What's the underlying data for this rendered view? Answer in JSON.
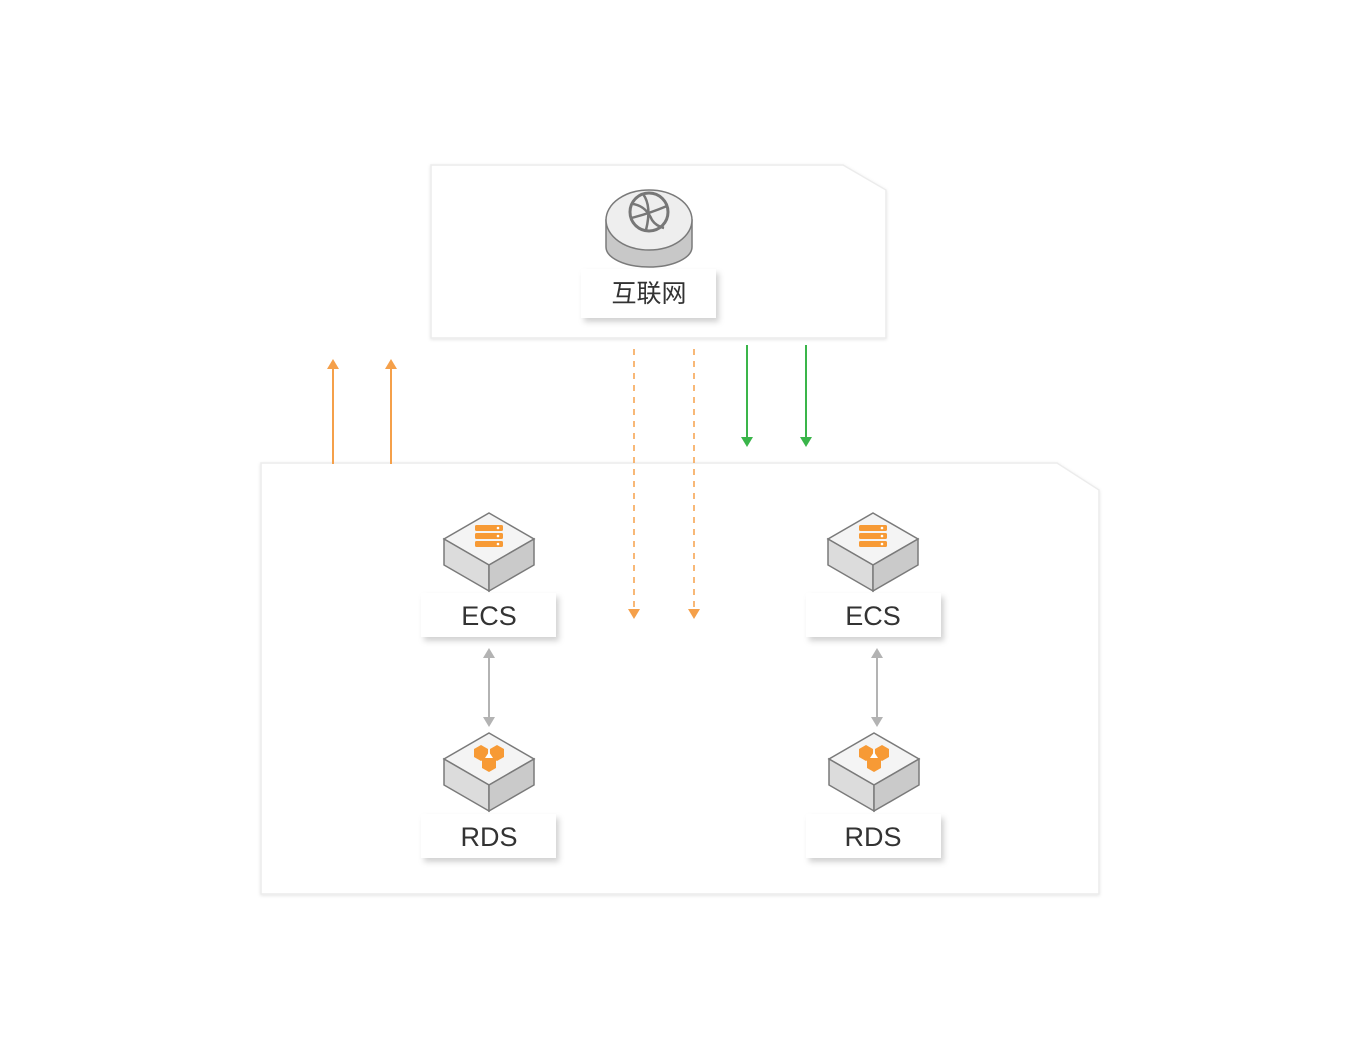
{
  "internet": {
    "label": "互联网",
    "icon": "globe-icon"
  },
  "nodes": [
    {
      "label": "ECS",
      "icon": "server-icon"
    },
    {
      "label": "RDS",
      "icon": "database-hexagon-icon"
    },
    {
      "label": "ECS",
      "icon": "server-icon"
    },
    {
      "label": "RDS",
      "icon": "database-hexagon-icon"
    }
  ],
  "colors": {
    "orange": "#f5a04a",
    "green": "#3ab54a",
    "gray_arrow": "#b3b3b3",
    "icon_orange": "#f79a35",
    "panel_border": "#e6e6e6"
  }
}
